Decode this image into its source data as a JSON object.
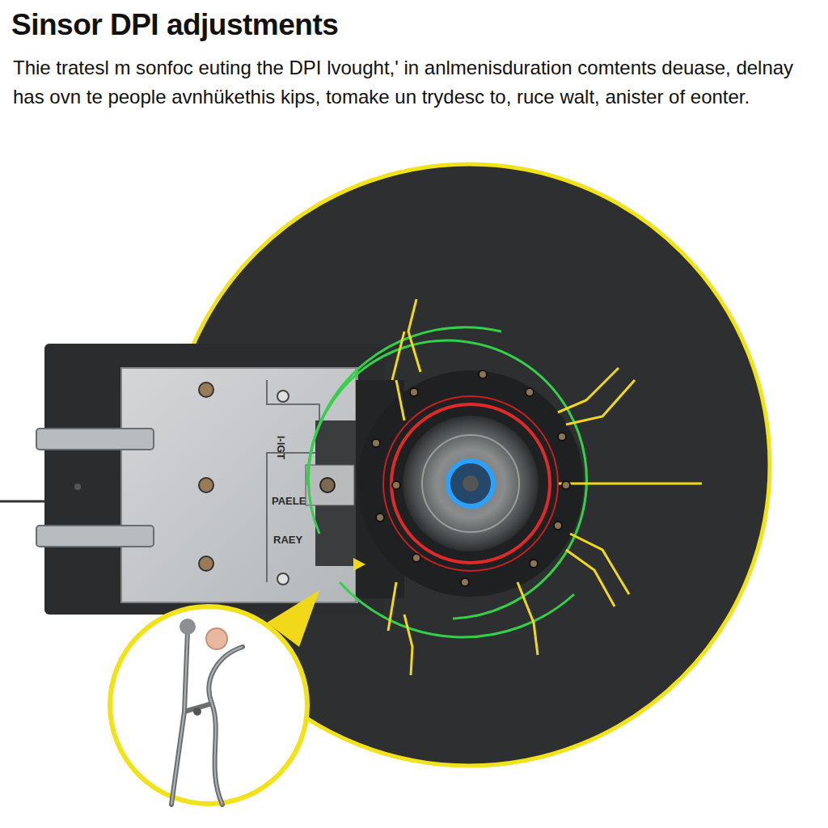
{
  "diagram": {
    "title": "Sinsor DPI adjustments",
    "caption": "Thie tratesl m sonfoc euting the DPI lvought,' in anlmenisduration comtents deuase, delnay has ovn te people avnhükethis kips, tomake un trydesc to, ruce walt, anister of eonter.",
    "labels": [
      "I-IGT",
      "PAELE",
      "RAEY"
    ]
  }
}
